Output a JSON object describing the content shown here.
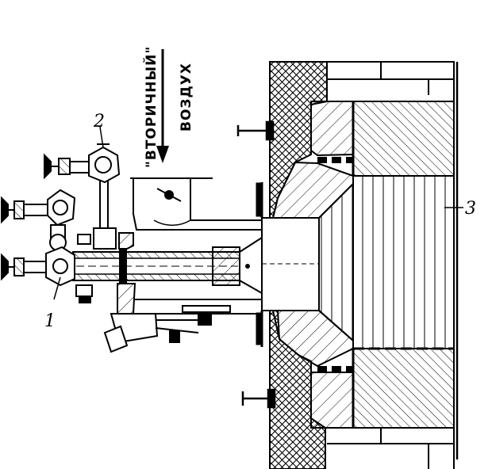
{
  "diagram": {
    "label_secondary_air_1": "\"ВТОРИЧНЫЙ\"",
    "label_secondary_air_2": "ВОЗДУХ",
    "callout_1": "1",
    "callout_2": "2",
    "callout_3": "3"
  },
  "colors": {
    "ink": "#000000",
    "paper": "#ffffff"
  }
}
